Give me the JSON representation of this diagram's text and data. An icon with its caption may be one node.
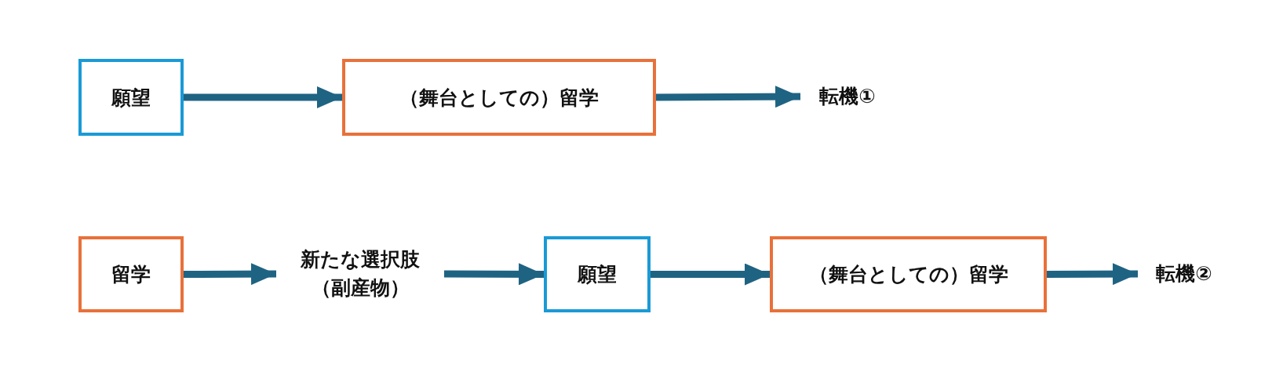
{
  "diagram": {
    "nodes": [
      {
        "text": [
          "願望"
        ]
      },
      {
        "text": [
          "（舞台としての）留学"
        ]
      },
      {
        "text": [
          "転機①"
        ]
      },
      {
        "text": [
          "留学"
        ]
      },
      {
        "text": [
          "新たな選択肢",
          "（副産物）"
        ]
      },
      {
        "text": [
          "願望"
        ]
      },
      {
        "text": [
          "（舞台としての）留学"
        ]
      },
      {
        "text": [
          "転機②"
        ]
      }
    ],
    "edges": [
      {
        "from": 0,
        "to": 1,
        "arrow": "to"
      },
      {
        "from": 1,
        "to": 2,
        "arrow": "to"
      },
      {
        "from": 3,
        "to": 4,
        "arrow": "to"
      },
      {
        "from": 4,
        "to": 5,
        "arrow": "to"
      },
      {
        "from": 5,
        "to": 6,
        "arrow": "to"
      },
      {
        "from": 6,
        "to": 7,
        "arrow": "to"
      }
    ]
  }
}
